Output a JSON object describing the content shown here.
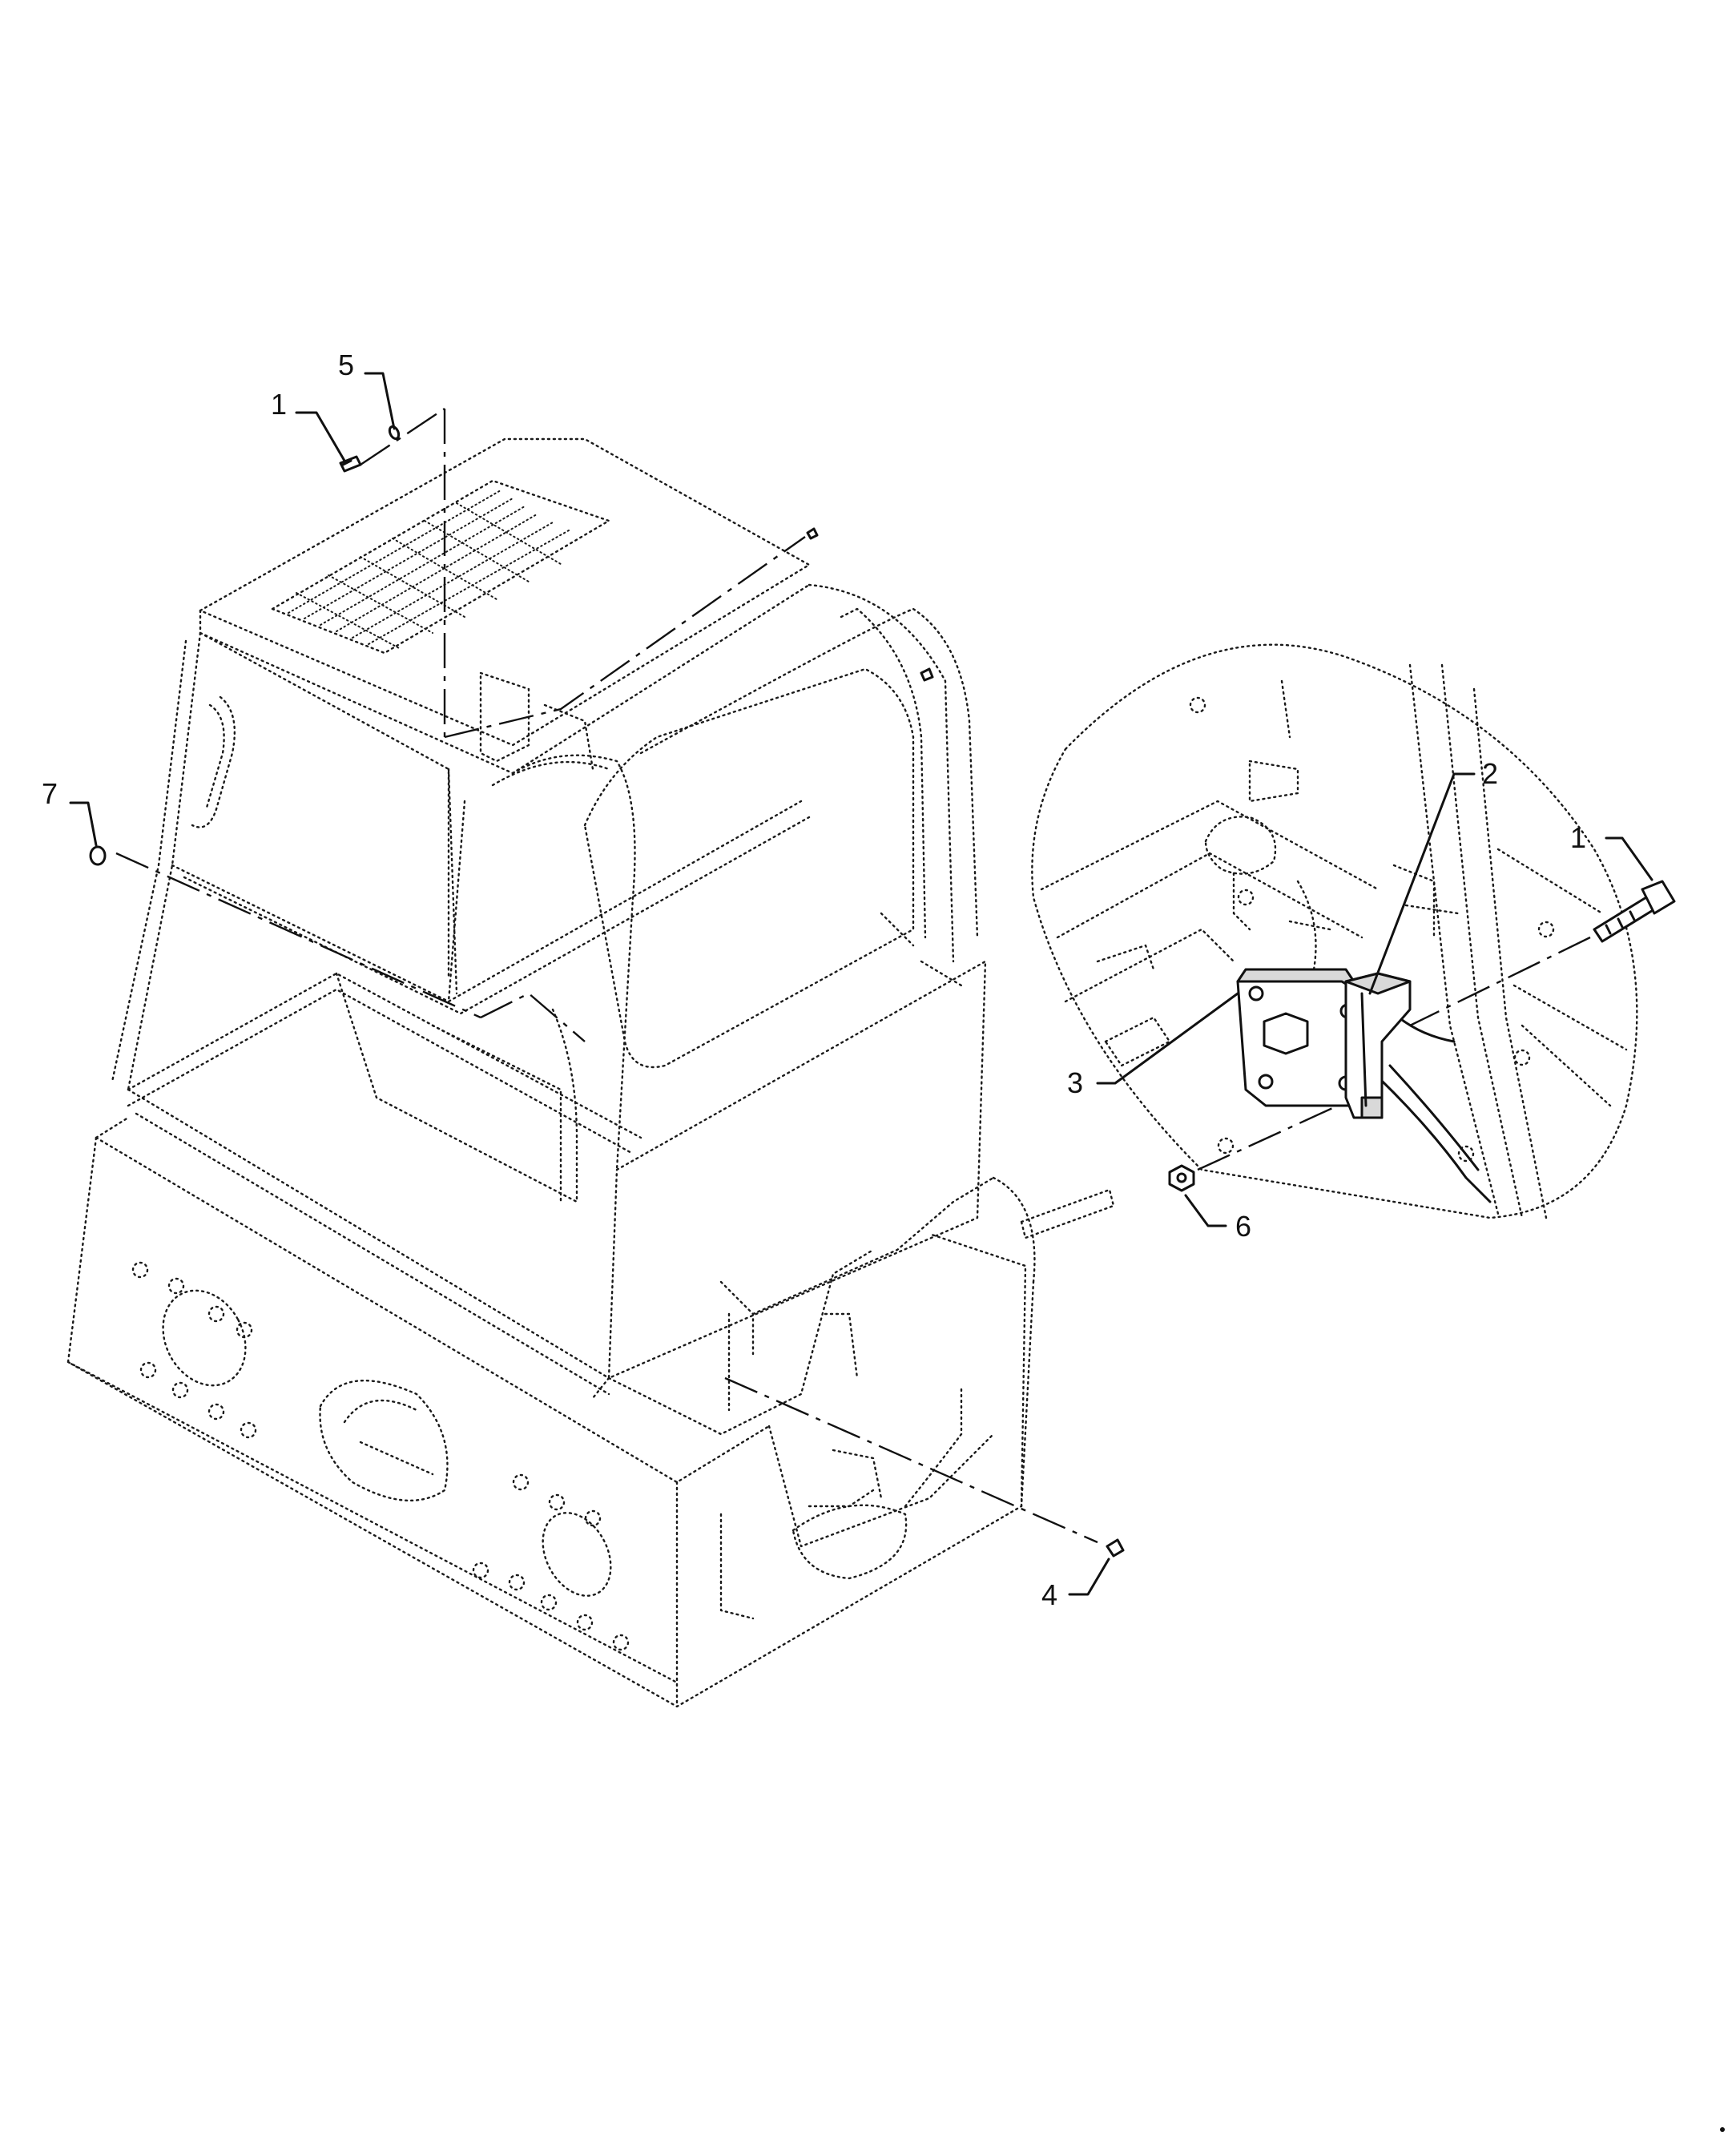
{
  "callouts": [
    {
      "id": "1",
      "label": "1"
    },
    {
      "id": "5",
      "label": "5"
    },
    {
      "id": "7",
      "label": "7"
    },
    {
      "id": "2",
      "label": "2"
    },
    {
      "id": "1b",
      "label": "1"
    },
    {
      "id": "3",
      "label": "3"
    },
    {
      "id": "6",
      "label": "6"
    },
    {
      "id": "4",
      "label": "4"
    }
  ]
}
